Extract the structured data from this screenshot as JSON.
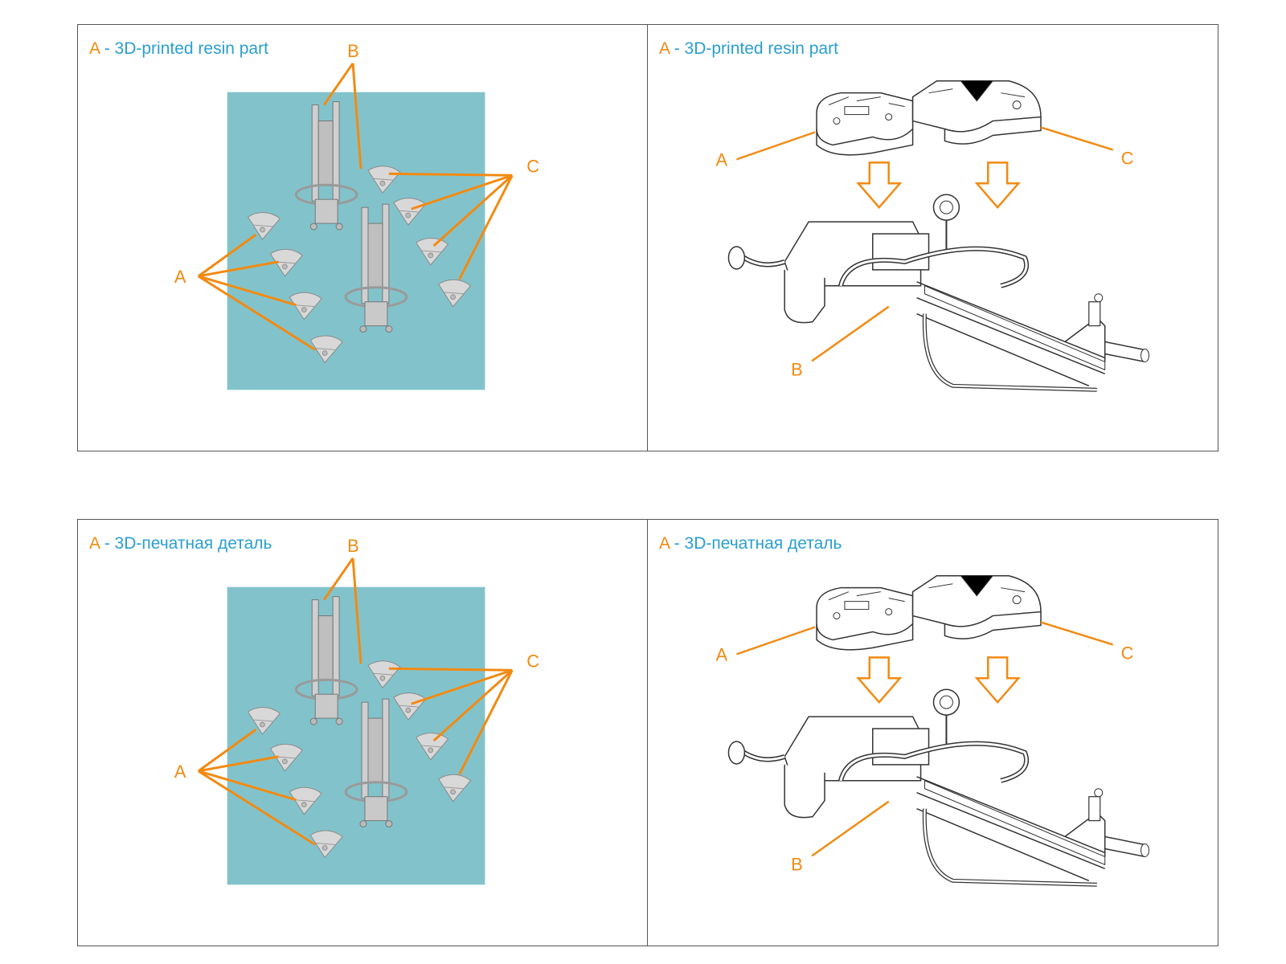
{
  "colors": {
    "accent": "#f28a12",
    "legend_text": "#2a9fd0",
    "photo_background": "#82c3cb",
    "part_fill": "#d6d6d6",
    "line_art": "#333333"
  },
  "panels": [
    {
      "legend_letter": "A",
      "legend_text": " - 3D-printed resin part",
      "callouts": {
        "a": "A",
        "b": "B",
        "c": "C"
      }
    },
    {
      "legend_letter": "A",
      "legend_text": " - 3D-printed resin part",
      "callouts": {
        "a": "A",
        "b": "B",
        "c": "C"
      }
    },
    {
      "legend_letter": "A",
      "legend_text": " - 3D-печатная деталь",
      "callouts": {
        "a": "A",
        "b": "B",
        "c": "C"
      }
    },
    {
      "legend_letter": "A",
      "legend_text": " - 3D-печатная деталь",
      "callouts": {
        "a": "A",
        "b": "B",
        "c": "C"
      }
    }
  ]
}
